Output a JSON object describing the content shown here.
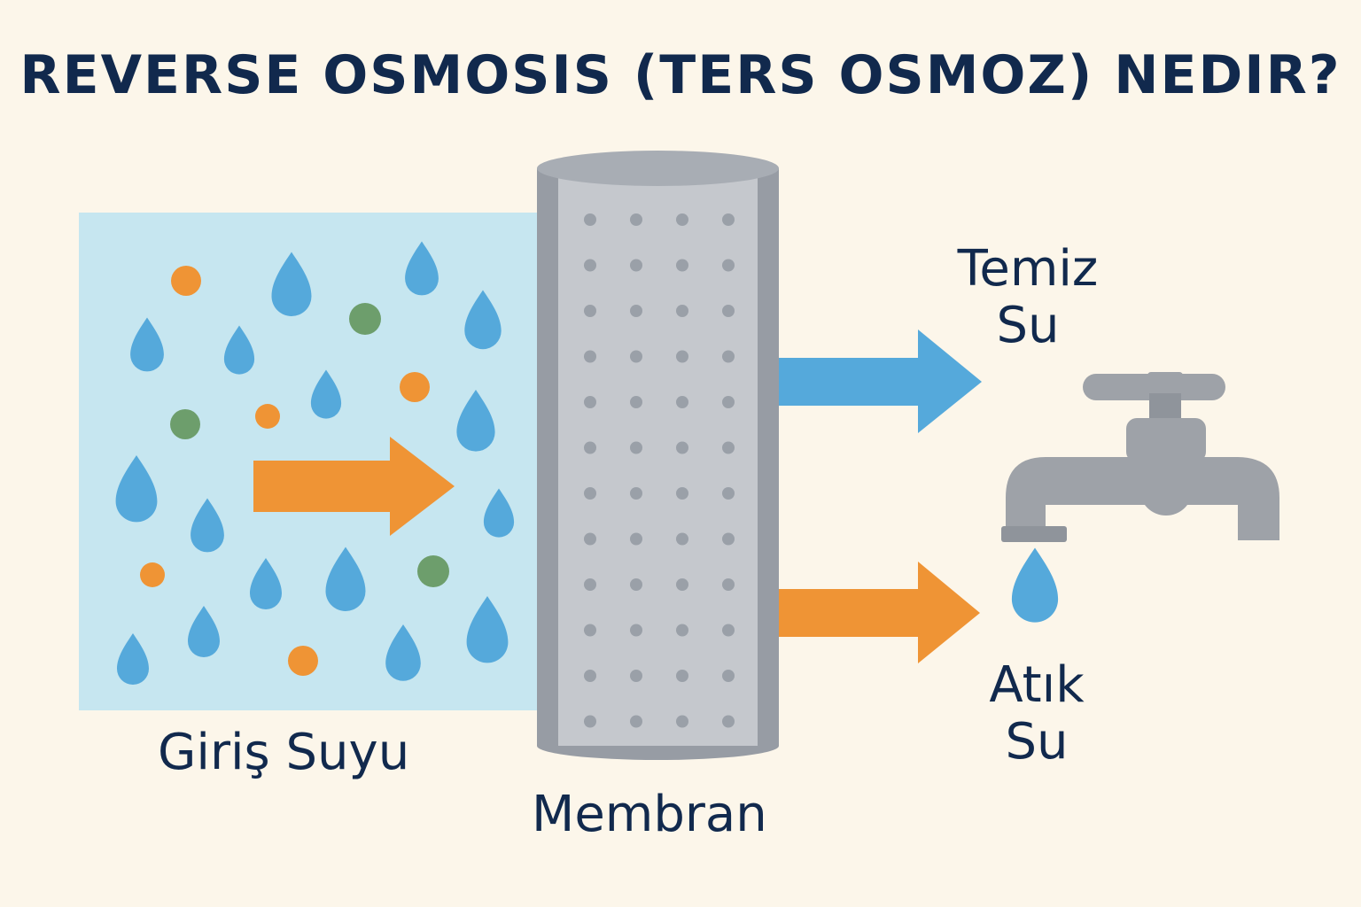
{
  "title": "REVERSE OSMOSIS (TERS OSMOZ) NEDIR?",
  "labels": {
    "clean_line1": "Temiz",
    "clean_line2": "Su",
    "waste_line1": "Atık",
    "waste_line2": "Su",
    "input": "Giriş Suyu",
    "membrane": "Membran"
  },
  "colors": {
    "background": "#fcf6ea",
    "text": "#11294d",
    "input_water": "#c6e6f0",
    "water_drop": "#55a9db",
    "orange": "#ef9435",
    "green": "#6d9e6c",
    "membrane_gray": "#a8adb4",
    "faucet_gray": "#9ea2a8"
  },
  "icons": [
    "water-drop-icon",
    "faucet-icon",
    "arrow-icon"
  ]
}
